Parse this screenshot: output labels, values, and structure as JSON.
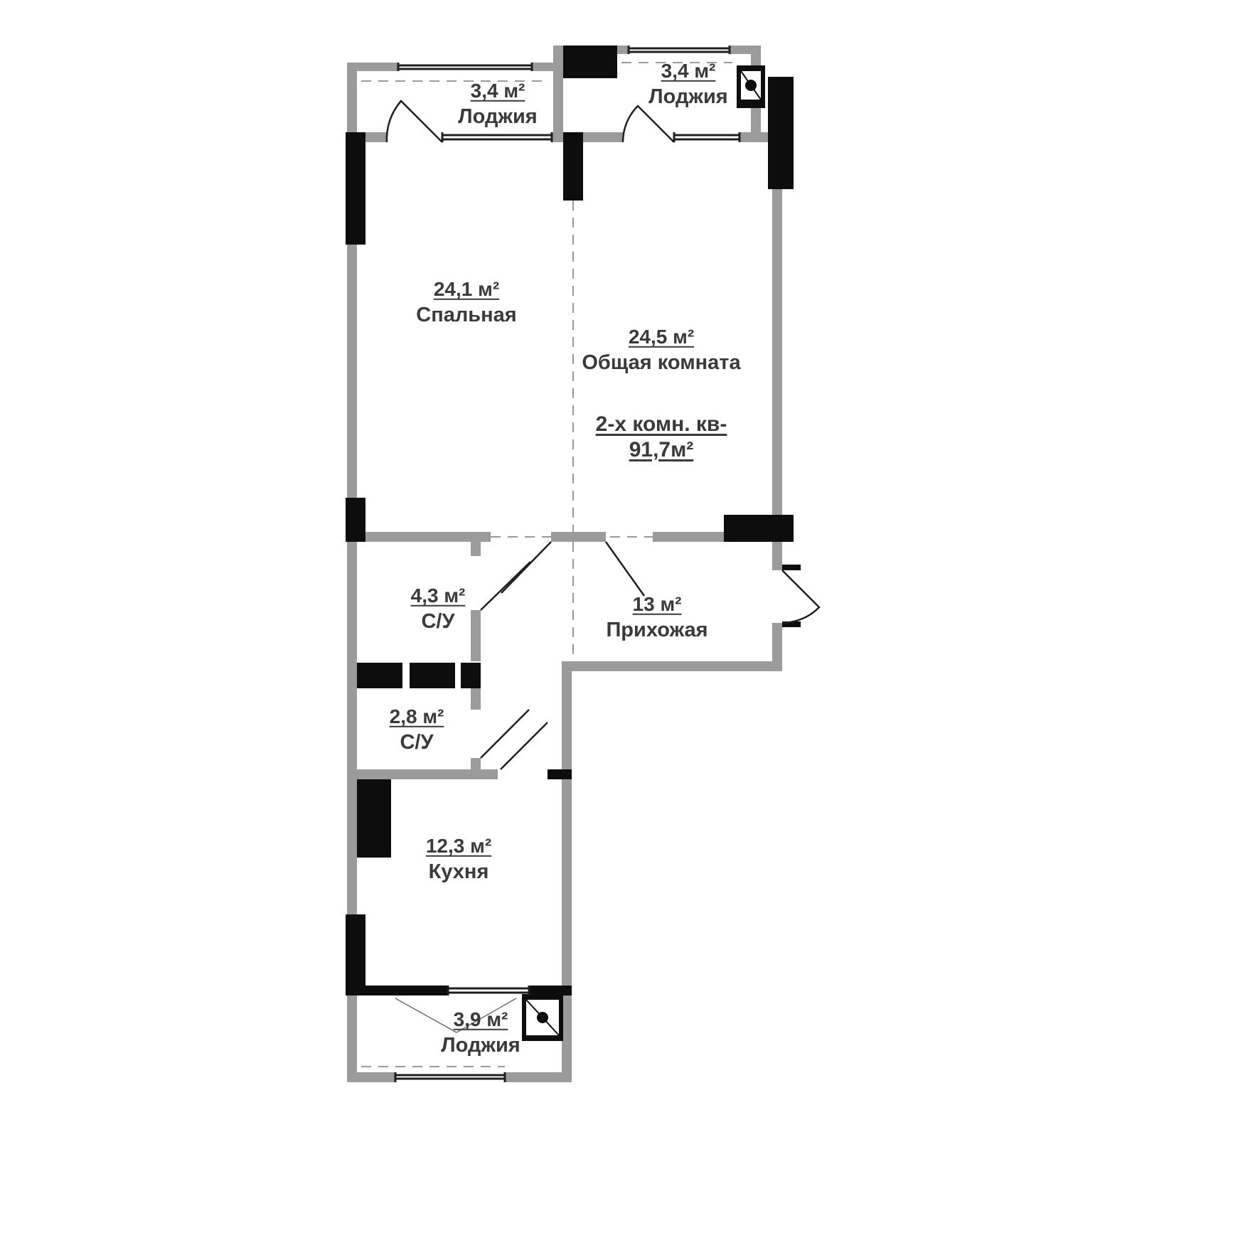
{
  "plan": {
    "title": "2-х комн. кв-",
    "total_area": "91,7м²",
    "rooms": [
      {
        "id": "loggia-top-left",
        "area": "3,4 м²",
        "name": "Лоджия"
      },
      {
        "id": "loggia-top-right",
        "area": "3,4 м²",
        "name": "Лоджия"
      },
      {
        "id": "bedroom",
        "area": "24,1 м²",
        "name": "Спальная"
      },
      {
        "id": "living-room",
        "area": "24,5 м²",
        "name": "Общая комната"
      },
      {
        "id": "bathroom-1",
        "area": "4,3 м²",
        "name": "С/У"
      },
      {
        "id": "hallway",
        "area": "13 м²",
        "name": "Прихожая"
      },
      {
        "id": "bathroom-2",
        "area": "2,8 м²",
        "name": "С/У"
      },
      {
        "id": "kitchen",
        "area": "12,3 м²",
        "name": "Кухня"
      },
      {
        "id": "loggia-bottom",
        "area": "3,9 м²",
        "name": "Лоджия"
      }
    ],
    "colors": {
      "wall": "#9b9b9b",
      "structure": "#0d0d0d",
      "line": "#1f1f1f",
      "axis": "#9a9a9a",
      "text": "#3a3a3a",
      "background": "#ffffff"
    }
  }
}
